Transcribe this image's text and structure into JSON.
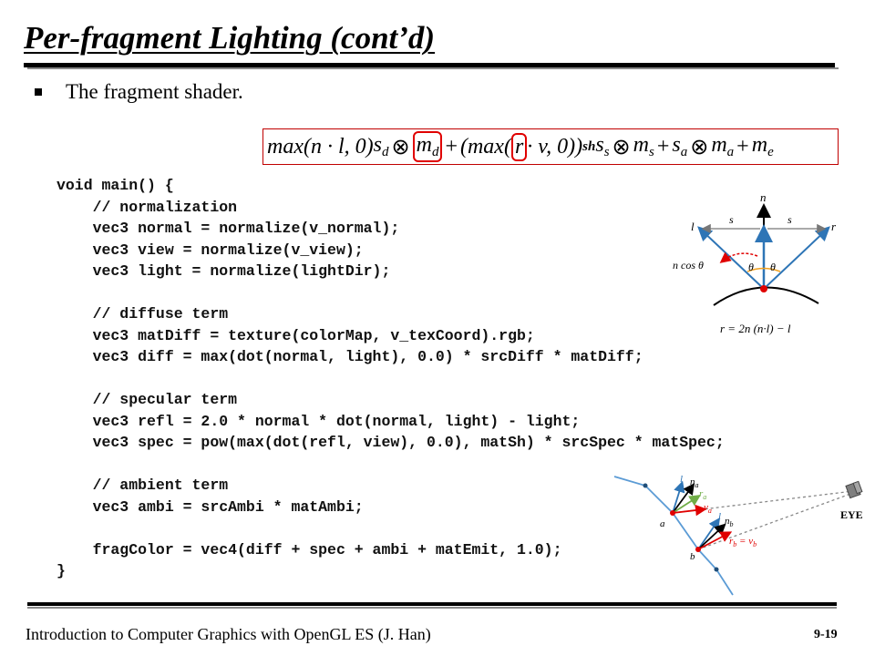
{
  "slide": {
    "title": "Per-fragment Lighting (cont’d)",
    "bullet": "The fragment shader.",
    "footer": "Introduction to Computer Graphics with OpenGL ES (J. Han)",
    "page_number": "9-19"
  },
  "formula": {
    "p1": "max(n · l, 0)",
    "s_d": "s",
    "s_d_sub": "d",
    "m_d": "m",
    "m_d_sub": "d",
    "p2": "(max(",
    "r": "r",
    "p3": "· v, 0))",
    "sh": "sh",
    "s_s": "s",
    "s_s_sub": "s",
    "m_s": "m",
    "m_s_sub": "s",
    "s_a": "s",
    "s_a_sub": "a",
    "m_a": "m",
    "m_a_sub": "a",
    "m_e": "m",
    "m_e_sub": "e",
    "otimes": "⊗",
    "plus": "+"
  },
  "code_lines": [
    "void main() {",
    "    // normalization",
    "    vec3 normal = normalize(v_normal);",
    "    vec3 view = normalize(v_view);",
    "    vec3 light = normalize(lightDir);",
    "",
    "    // diffuse term",
    "    vec3 matDiff = texture(colorMap, v_texCoord).rgb;",
    "    vec3 diff = max(dot(normal, light), 0.0) * srcDiff * matDiff;",
    "",
    "    // specular term",
    "    vec3 refl = 2.0 * normal * dot(normal, light) - light;",
    "    vec3 spec = pow(max(dot(refl, view), 0.0), matSh) * srcSpec * matSpec;",
    "",
    "    // ambient term",
    "    vec3 ambi = srcAmbi * matAmbi;",
    "",
    "    fragColor = vec4(diff + spec + ambi + matEmit, 1.0);",
    "}"
  ],
  "reflection_diagram": {
    "n": "n",
    "l": "l",
    "r": "r",
    "s_left": "s",
    "s_right": "s",
    "theta_left": "θ",
    "theta_right": "θ",
    "ncos": "n cos θ",
    "equation": "r = 2n (n·l) − l"
  },
  "eye_diagram": {
    "a": "a",
    "b": "b",
    "l_a": "l",
    "n_a": "n",
    "n_a_sub": "a",
    "r_a": "r",
    "r_a_sub": "a",
    "v_a": "v",
    "v_a_sub": "a",
    "l_b": "l",
    "n_b": "n",
    "n_b_sub": "b",
    "rb_vb": "r",
    "rb_sub": "b",
    "rb_eq": " = v",
    "vb_sub": "b",
    "eye": "EYE"
  },
  "colors": {
    "highlight": "#e00000",
    "blue": "#2e75b6",
    "red": "#e00000",
    "green": "#70ad47"
  }
}
